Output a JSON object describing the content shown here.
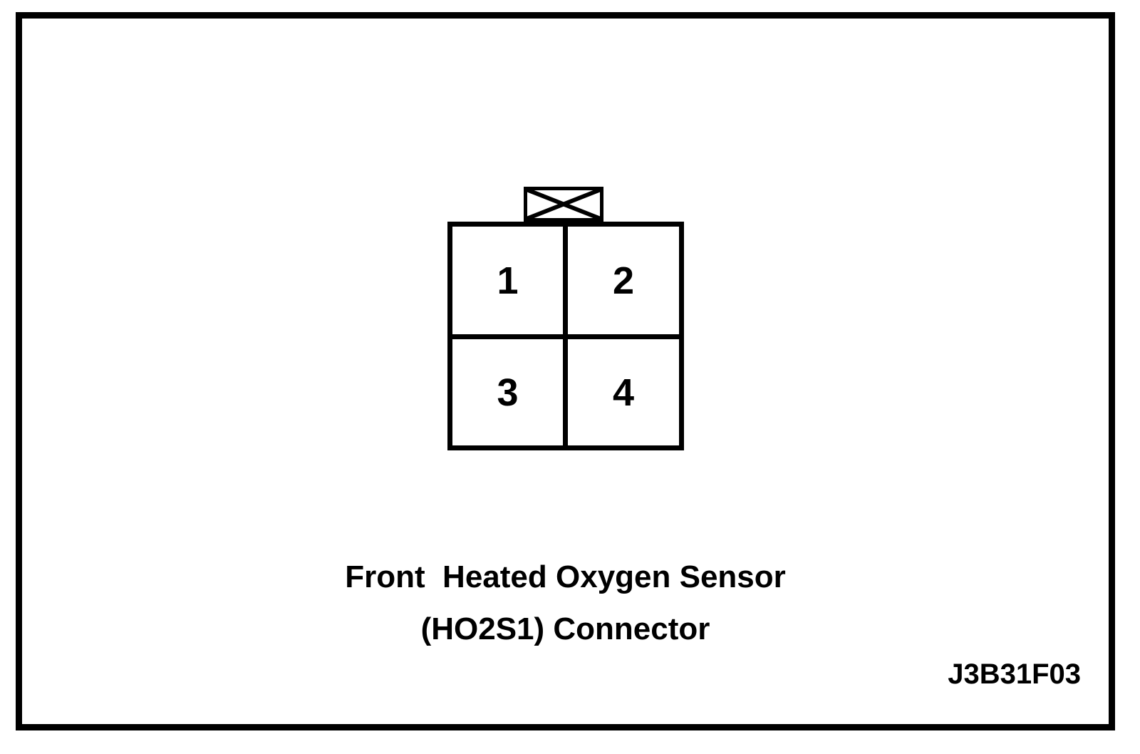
{
  "page": {
    "background": "#ffffff",
    "line_color": "#000000"
  },
  "connector": {
    "pins": [
      "1",
      "2",
      "3",
      "4"
    ],
    "key_tab_icon": "keying-tab"
  },
  "caption": {
    "line1": "Front  Heated Oxygen Sensor",
    "line2": "(HO2S1) Connector"
  },
  "figure_code": "J3B31F03"
}
